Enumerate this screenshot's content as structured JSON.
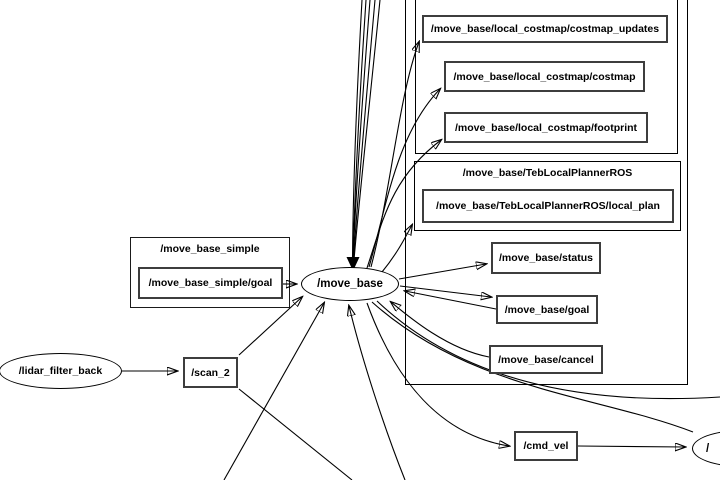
{
  "colors": {
    "background": "#ffffff",
    "edge": "#000000",
    "topic_border": "#3d3d3d",
    "group_border": "#000000",
    "text": "#000000"
  },
  "nodes": {
    "move_base": "/move_base",
    "lidar_filter_back": "/lidar_filter_back",
    "scan_2": "/scan_2",
    "cmd_vel": "/cmd_vel",
    "right_partial": "/",
    "move_base_simple_goal": "/move_base_simple/goal",
    "costmap_updates": "/move_base/local_costmap/costmap_updates",
    "costmap": "/move_base/local_costmap/costmap",
    "footprint": "/move_base/local_costmap/footprint",
    "local_plan": "/move_base/TebLocalPlannerROS/local_plan",
    "status": "/move_base/status",
    "goal": "/move_base/goal",
    "cancel": "/move_base/cancel"
  },
  "groups": {
    "move_base_simple": "/move_base_simple",
    "teb_local_planner": "/move_base/TebLocalPlannerROS"
  }
}
